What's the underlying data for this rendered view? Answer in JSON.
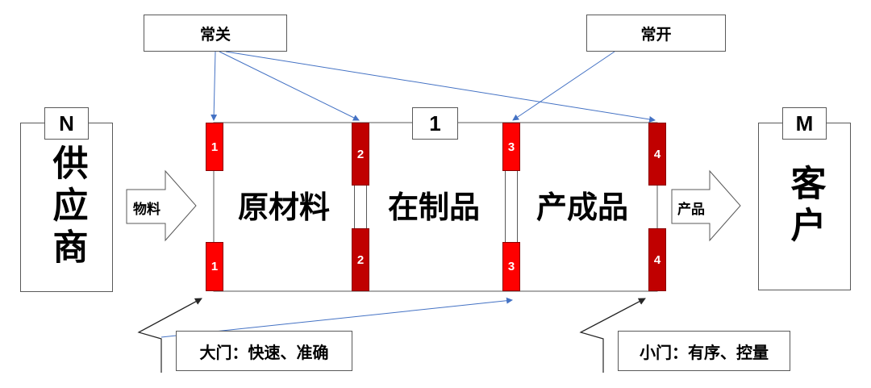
{
  "labels": {
    "normally_closed": "常关",
    "normally_open": "常开"
  },
  "supplier": {
    "count_tag": "N",
    "name": "供应商"
  },
  "customer": {
    "count_tag": "M",
    "name": "客户"
  },
  "input_arrow": {
    "label": "物料"
  },
  "output_arrow": {
    "label": "产品"
  },
  "center_tag": "1",
  "sections": [
    "原材料",
    "在制品",
    "产成品"
  ],
  "gates": [
    {
      "label": "1",
      "color": "#ff0000"
    },
    {
      "label": "2",
      "color": "#c00000"
    },
    {
      "label": "3",
      "color": "#ff0000"
    },
    {
      "label": "4",
      "color": "#c00000"
    }
  ],
  "callouts": {
    "big_gate": "大门：快速、准确",
    "small_gate": "小门：有序、控量"
  },
  "colors": {
    "connector": "#4472c4",
    "border": "#595959",
    "callout_line": "#262626"
  }
}
